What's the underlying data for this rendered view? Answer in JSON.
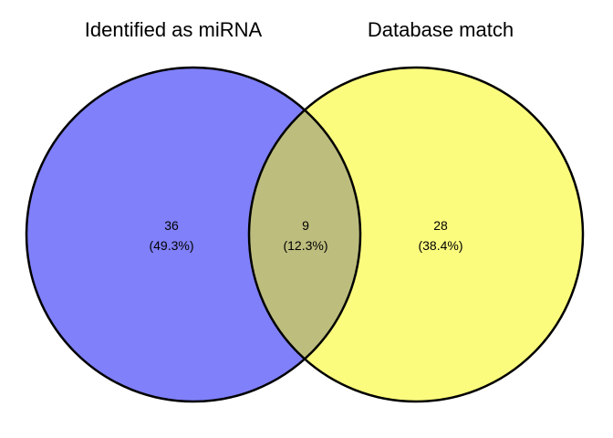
{
  "chart_data": {
    "type": "venn",
    "title": "",
    "legend_position": "none",
    "background_color": "#ffffff",
    "outline_color": "#000000",
    "text_color": "#000000",
    "sets": [
      {
        "name": "Identified as miRNA",
        "unique_label": "36",
        "unique_pct_label": "(49.3%)",
        "fill": "#8080FA"
      },
      {
        "name": "Database match",
        "unique_label": "28",
        "unique_pct_label": "(38.4%)",
        "fill": "#FBFB7D"
      }
    ],
    "intersection": {
      "count_label": "9",
      "pct_label": "(12.3%)",
      "fill": "#BDBD7E"
    }
  }
}
